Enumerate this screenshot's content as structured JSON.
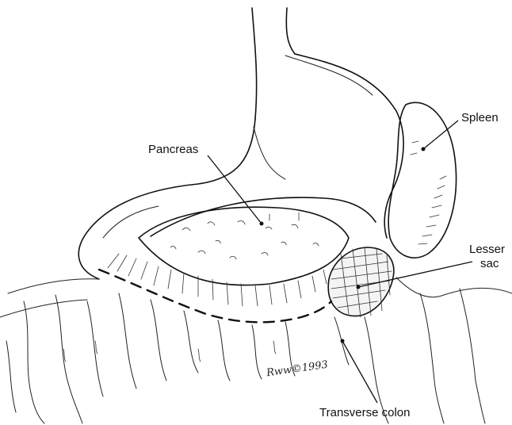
{
  "figure": {
    "labels": {
      "pancreas": "Pancreas",
      "spleen": "Spleen",
      "lesser_sac_line1": "Lesser",
      "lesser_sac_line2": "sac",
      "transverse_colon": "Transverse colon"
    },
    "signature": "Rww©1993",
    "ink_color": "#111111",
    "background": "#ffffff"
  }
}
